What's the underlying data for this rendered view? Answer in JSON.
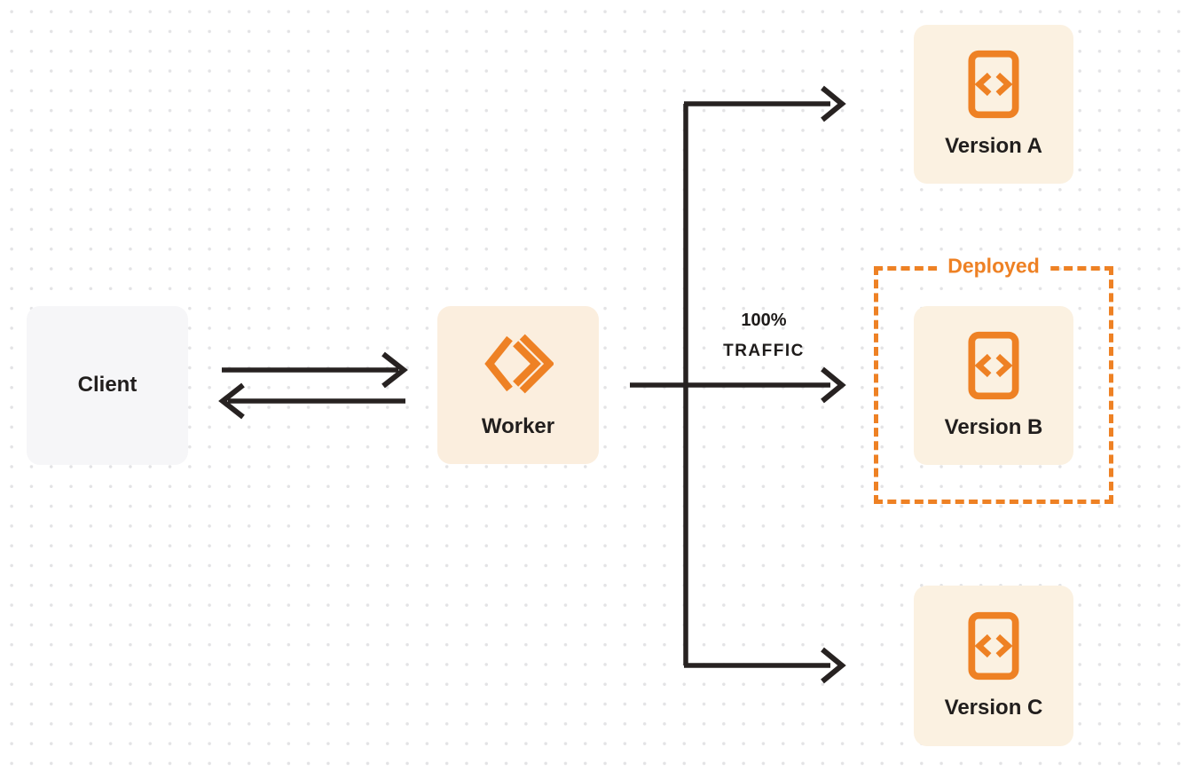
{
  "diagram": {
    "nodes": {
      "client": {
        "label": "Client"
      },
      "worker": {
        "label": "Worker",
        "icon": "cloudflare-workers-logo-icon"
      },
      "version_a": {
        "label": "Version A",
        "icon": "code-file-icon"
      },
      "version_b": {
        "label": "Version B",
        "icon": "code-file-icon"
      },
      "version_c": {
        "label": "Version C",
        "icon": "code-file-icon"
      }
    },
    "annotations": {
      "deployed_label": "Deployed",
      "traffic_line1": "100%",
      "traffic_line2": "TRAFFIC"
    },
    "edges": [
      {
        "from": "client",
        "to": "worker",
        "direction": "bidirectional"
      },
      {
        "from": "worker",
        "to": "version_a",
        "direction": "forward"
      },
      {
        "from": "worker",
        "to": "version_b",
        "direction": "forward",
        "label": "100% TRAFFIC"
      },
      {
        "from": "worker",
        "to": "version_c",
        "direction": "forward"
      }
    ],
    "colors": {
      "accent_orange": "#ee8124",
      "node_fill_orange_light": "#fbf1e1",
      "worker_fill": "#fbeede",
      "client_fill": "#f6f6f8",
      "line_dark": "#272221",
      "text_dark": "#211e1d",
      "background": "#ffffff",
      "dot_grid": "#e3e3e5"
    }
  }
}
